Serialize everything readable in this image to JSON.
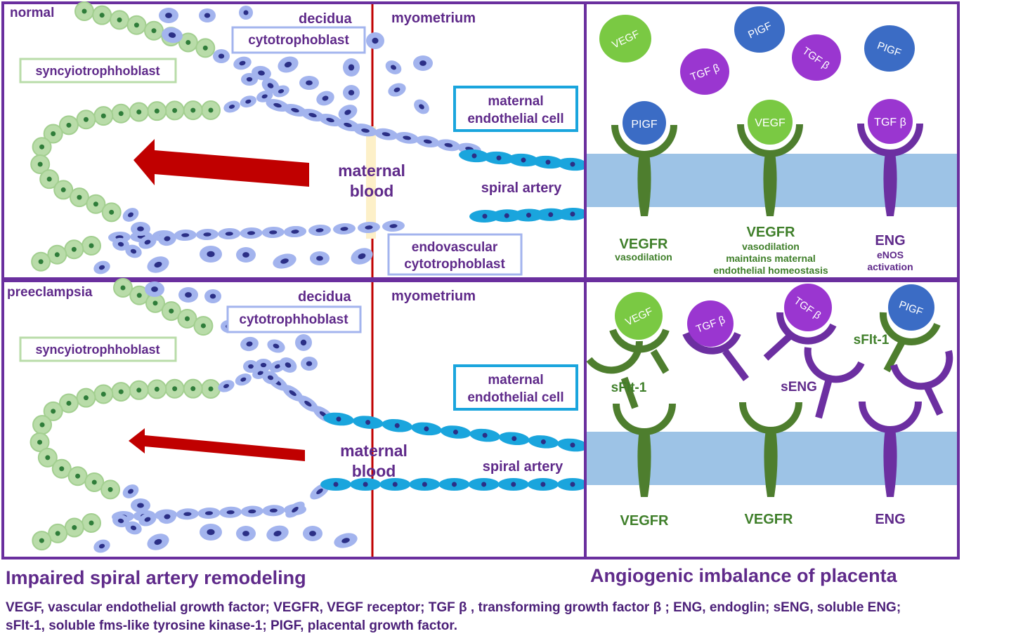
{
  "panels": {
    "normal": {
      "condition": "normal",
      "decidua": "decidua",
      "myometrium": "myometrium",
      "cytotrophoblast": "cytotrophoblast",
      "syncytiotrophoblast": "syncyiotrophhoblast",
      "maternal_endothelial_1": "maternal",
      "maternal_endothelial_2": "endothelial cell",
      "maternal_blood_1": "maternal",
      "maternal_blood_2": "blood",
      "spiral_artery": "spiral artery",
      "endovascular_1": "endovascular",
      "endovascular_2": "cytotrophoblast"
    },
    "preeclampsia": {
      "condition": "preeclampsia",
      "decidua": "decidua",
      "myometrium": "myometrium",
      "cytotrophoblast": "cytotrophhoblast",
      "syncytiotrophoblast": "syncyiotrophhoblast",
      "maternal_endothelial_1": "maternal",
      "maternal_endothelial_2": "endothelial cell",
      "maternal_blood_1": "maternal",
      "maternal_blood_2": "blood",
      "spiral_artery": "spiral artery"
    }
  },
  "ligands": {
    "vegf": "VEGF",
    "pigf": "PIGF",
    "tgfb": "TGF β"
  },
  "normal_receptors": [
    {
      "name": "VEGFR",
      "desc": [
        "vasodilation"
      ]
    },
    {
      "name": "VEGFR",
      "desc": [
        "vasodilation",
        "maintains maternal",
        "endothelial homeostasis"
      ]
    },
    {
      "name": "ENG",
      "desc": [
        "eNOS",
        "activation"
      ]
    }
  ],
  "pe_labels": {
    "sflt1_left": "sFlt-1",
    "sflt1_right": "sFlt-1",
    "seng": "sENG",
    "vegfr_1": "VEGFR",
    "vegfr_2": "VEGFR",
    "eng": "ENG"
  },
  "captions": {
    "left": "Impaired spiral artery remodeling",
    "right": "Angiogenic imbalance of placenta"
  },
  "footnote": {
    "line1": "VEGF, vascular endothelial growth factor; VEGFR, VEGF receptor; TGF β , transforming growth factor  β ; ENG, endoglin; sENG, soluble ENG;",
    "line2": "sFlt-1, soluble fms-like tyrosine kinase-1; PIGF, placental growth factor."
  },
  "colors": {
    "frame": "#6a2f9e",
    "label_purple": "#5f2a8a",
    "green_label": "#3f7f2a",
    "syncytio_fill": "#b9dca9",
    "syncytio_stroke": "#a3cf90",
    "syncytio_nucleus": "#2f7d3a",
    "cyto_fill": "#a3b4ee",
    "cyto_nucleus": "#2b2f86",
    "endothelial_fill": "#1aa5dd",
    "myometrium_line": "#c00000",
    "arrow": "#c00000",
    "membrane": "#9dc3e6",
    "vegf": "#7ac943",
    "pigf": "#3b6cc5",
    "tgfb": "#9a36d0",
    "receptor_green": "#4e7e2e",
    "receptor_purple": "#6c2fa1"
  }
}
